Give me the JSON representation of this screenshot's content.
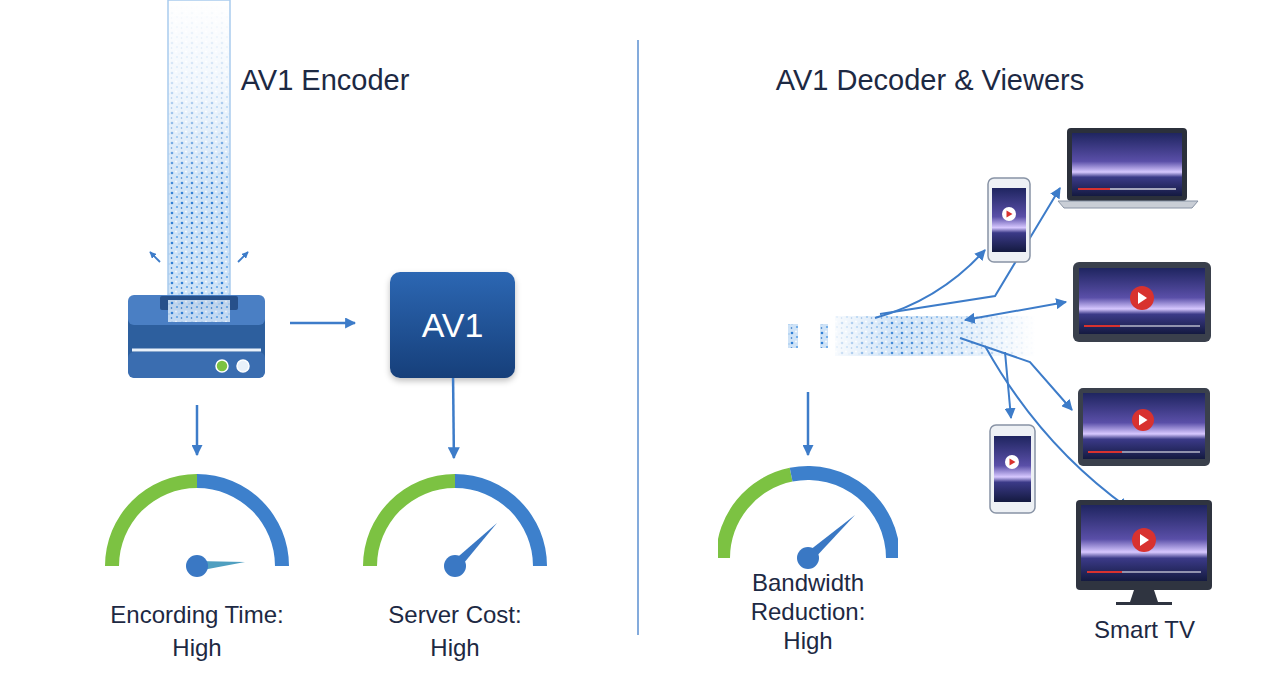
{
  "diagram": {
    "nodes": [
      {
        "text": [
          "AV1"
        ]
      },
      {
        "text": [
          "Encording Time: High"
        ]
      },
      {
        "text": [
          "Server Cost: High"
        ]
      },
      {
        "text": [
          "Bandwidth Reduction: High"
        ]
      },
      {
        "text": [
          "Smart TV"
        ]
      }
    ],
    "edges": [
      {
        "from": 0,
        "to": 2,
        "arrow": "to"
      }
    ],
    "labels": [
      "AV1 Encoder",
      "AV1 Decoder & Viewers"
    ]
  }
}
